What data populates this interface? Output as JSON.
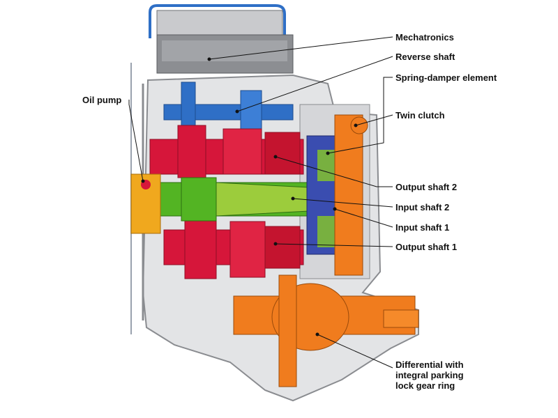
{
  "labels": {
    "mechatronics": "Mechatronics",
    "reverse_shaft": "Reverse shaft",
    "spring_damper": "Spring-damper element",
    "oil_pump": "Oil pump",
    "twin_clutch": "Twin clutch",
    "output_shaft_2": "Output shaft 2",
    "input_shaft_2": "Input shaft 2",
    "input_shaft_1": "Input shaft 1",
    "output_shaft_1": "Output shaft 1",
    "differential": [
      "Differential with",
      "integral parking",
      "lock gear ring"
    ]
  },
  "colors": {
    "housing": "#e3e4e6",
    "housing_outline": "#8a8c90",
    "mechatronics": "#8c8e92",
    "reverse_shaft": "#2f6fc6",
    "output_shafts": "#d6163a",
    "input_shaft_2": "#53b423",
    "input_shaft_1": "#9ccc3c",
    "oil_pump": "#f0a81e",
    "differential": "#f07c1e",
    "clutch": "#3a4db0"
  }
}
